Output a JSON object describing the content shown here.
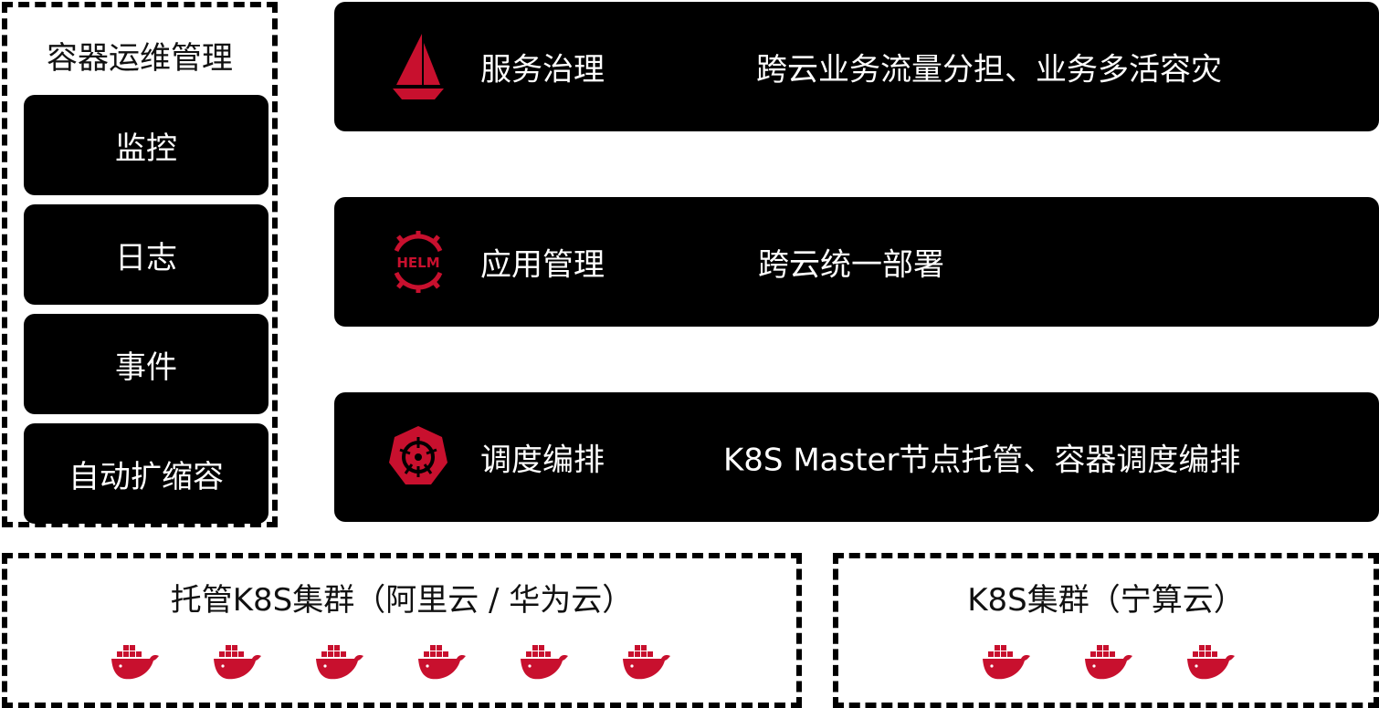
{
  "ops": {
    "title": "容器运维管理",
    "items": [
      "监控",
      "日志",
      "事件",
      "自动扩缩容"
    ]
  },
  "bars": [
    {
      "icon": "sail-icon",
      "label": "服务治理",
      "desc": "跨云业务流量分担、业务多活容灾"
    },
    {
      "icon": "helm-icon",
      "label": "应用管理",
      "desc": "跨云统一部署"
    },
    {
      "icon": "kubernetes-icon",
      "label": "调度编排",
      "desc": "K8S Master节点托管、容器调度编排"
    }
  ],
  "clusters": [
    {
      "title": "托管K8S集群（阿里云 / 华为云）",
      "nodes": 6,
      "icon": "docker-whale-icon"
    },
    {
      "title": "K8S集群（宁算云）",
      "nodes": 3,
      "icon": "docker-whale-icon"
    }
  ],
  "colors": {
    "accent": "#c8102e",
    "bar_bg": "#000000",
    "text_on_dark": "#ffffff"
  }
}
